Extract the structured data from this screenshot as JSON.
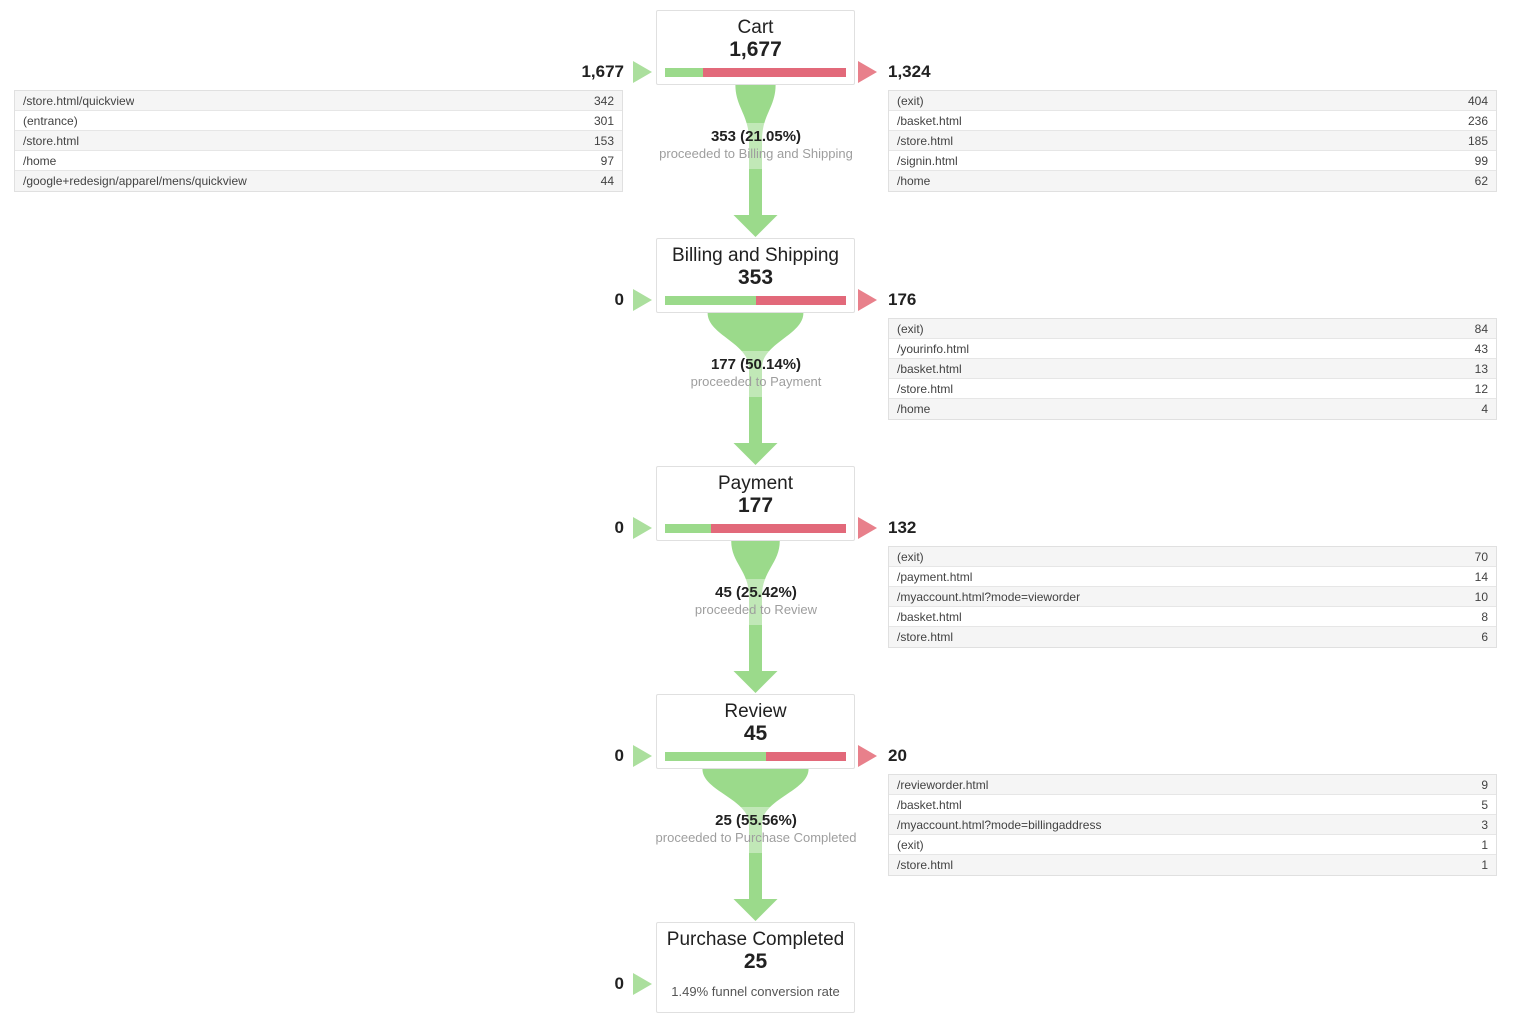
{
  "accent_colors": {
    "bar_green": "#9bda8b",
    "bar_red": "#e2697a",
    "arrow_green": "#abdf9d",
    "arrow_red": "#e8808b",
    "funnel_green": "#9bda8b"
  },
  "chart_data": {
    "type": "funnel",
    "title": "Goal funnel visualization",
    "steps": [
      {
        "name": "Cart",
        "count": "1,677",
        "left_value": "1,677",
        "right_value": "1,324",
        "proceeded_pct": 21.05,
        "proceeded_value": "353 (21.05%)",
        "proceeded_label": "proceeded to Billing and Shipping",
        "entrance_table": {
          "rows": [
            {
              "page": "/store.html/quickview",
              "value": "342"
            },
            {
              "page": "(entrance)",
              "value": "301"
            },
            {
              "page": "/store.html",
              "value": "153"
            },
            {
              "page": "/home",
              "value": "97"
            },
            {
              "page": "/google+redesign/apparel/mens/quickview",
              "value": "44"
            }
          ]
        },
        "exit_table": {
          "rows": [
            {
              "page": "(exit)",
              "value": "404"
            },
            {
              "page": "/basket.html",
              "value": "236"
            },
            {
              "page": "/store.html",
              "value": "185"
            },
            {
              "page": "/signin.html",
              "value": "99"
            },
            {
              "page": "/home",
              "value": "62"
            }
          ]
        }
      },
      {
        "name": "Billing and Shipping",
        "count": "353",
        "left_value": "0",
        "right_value": "176",
        "proceeded_pct": 50.14,
        "proceeded_value": "177 (50.14%)",
        "proceeded_label": "proceeded to Payment",
        "exit_table": {
          "rows": [
            {
              "page": "(exit)",
              "value": "84"
            },
            {
              "page": "/yourinfo.html",
              "value": "43"
            },
            {
              "page": "/basket.html",
              "value": "13"
            },
            {
              "page": "/store.html",
              "value": "12"
            },
            {
              "page": "/home",
              "value": "4"
            }
          ]
        }
      },
      {
        "name": "Payment",
        "count": "177",
        "left_value": "0",
        "right_value": "132",
        "proceeded_pct": 25.42,
        "proceeded_value": "45 (25.42%)",
        "proceeded_label": "proceeded to Review",
        "exit_table": {
          "rows": [
            {
              "page": "(exit)",
              "value": "70"
            },
            {
              "page": "/payment.html",
              "value": "14"
            },
            {
              "page": "/myaccount.html?mode=vieworder",
              "value": "10"
            },
            {
              "page": "/basket.html",
              "value": "8"
            },
            {
              "page": "/store.html",
              "value": "6"
            }
          ]
        }
      },
      {
        "name": "Review",
        "count": "45",
        "left_value": "0",
        "right_value": "20",
        "proceeded_pct": 55.56,
        "proceeded_value": "25 (55.56%)",
        "proceeded_label": "proceeded to Purchase Completed",
        "exit_table": {
          "rows": [
            {
              "page": "/revieworder.html",
              "value": "9"
            },
            {
              "page": "/basket.html",
              "value": "5"
            },
            {
              "page": "/myaccount.html?mode=billingaddress",
              "value": "3"
            },
            {
              "page": "(exit)",
              "value": "1"
            },
            {
              "page": "/store.html",
              "value": "1"
            }
          ]
        }
      },
      {
        "name": "Purchase Completed",
        "count": "25",
        "left_value": "0",
        "conversion_note": "1.49% funnel conversion rate"
      }
    ]
  }
}
